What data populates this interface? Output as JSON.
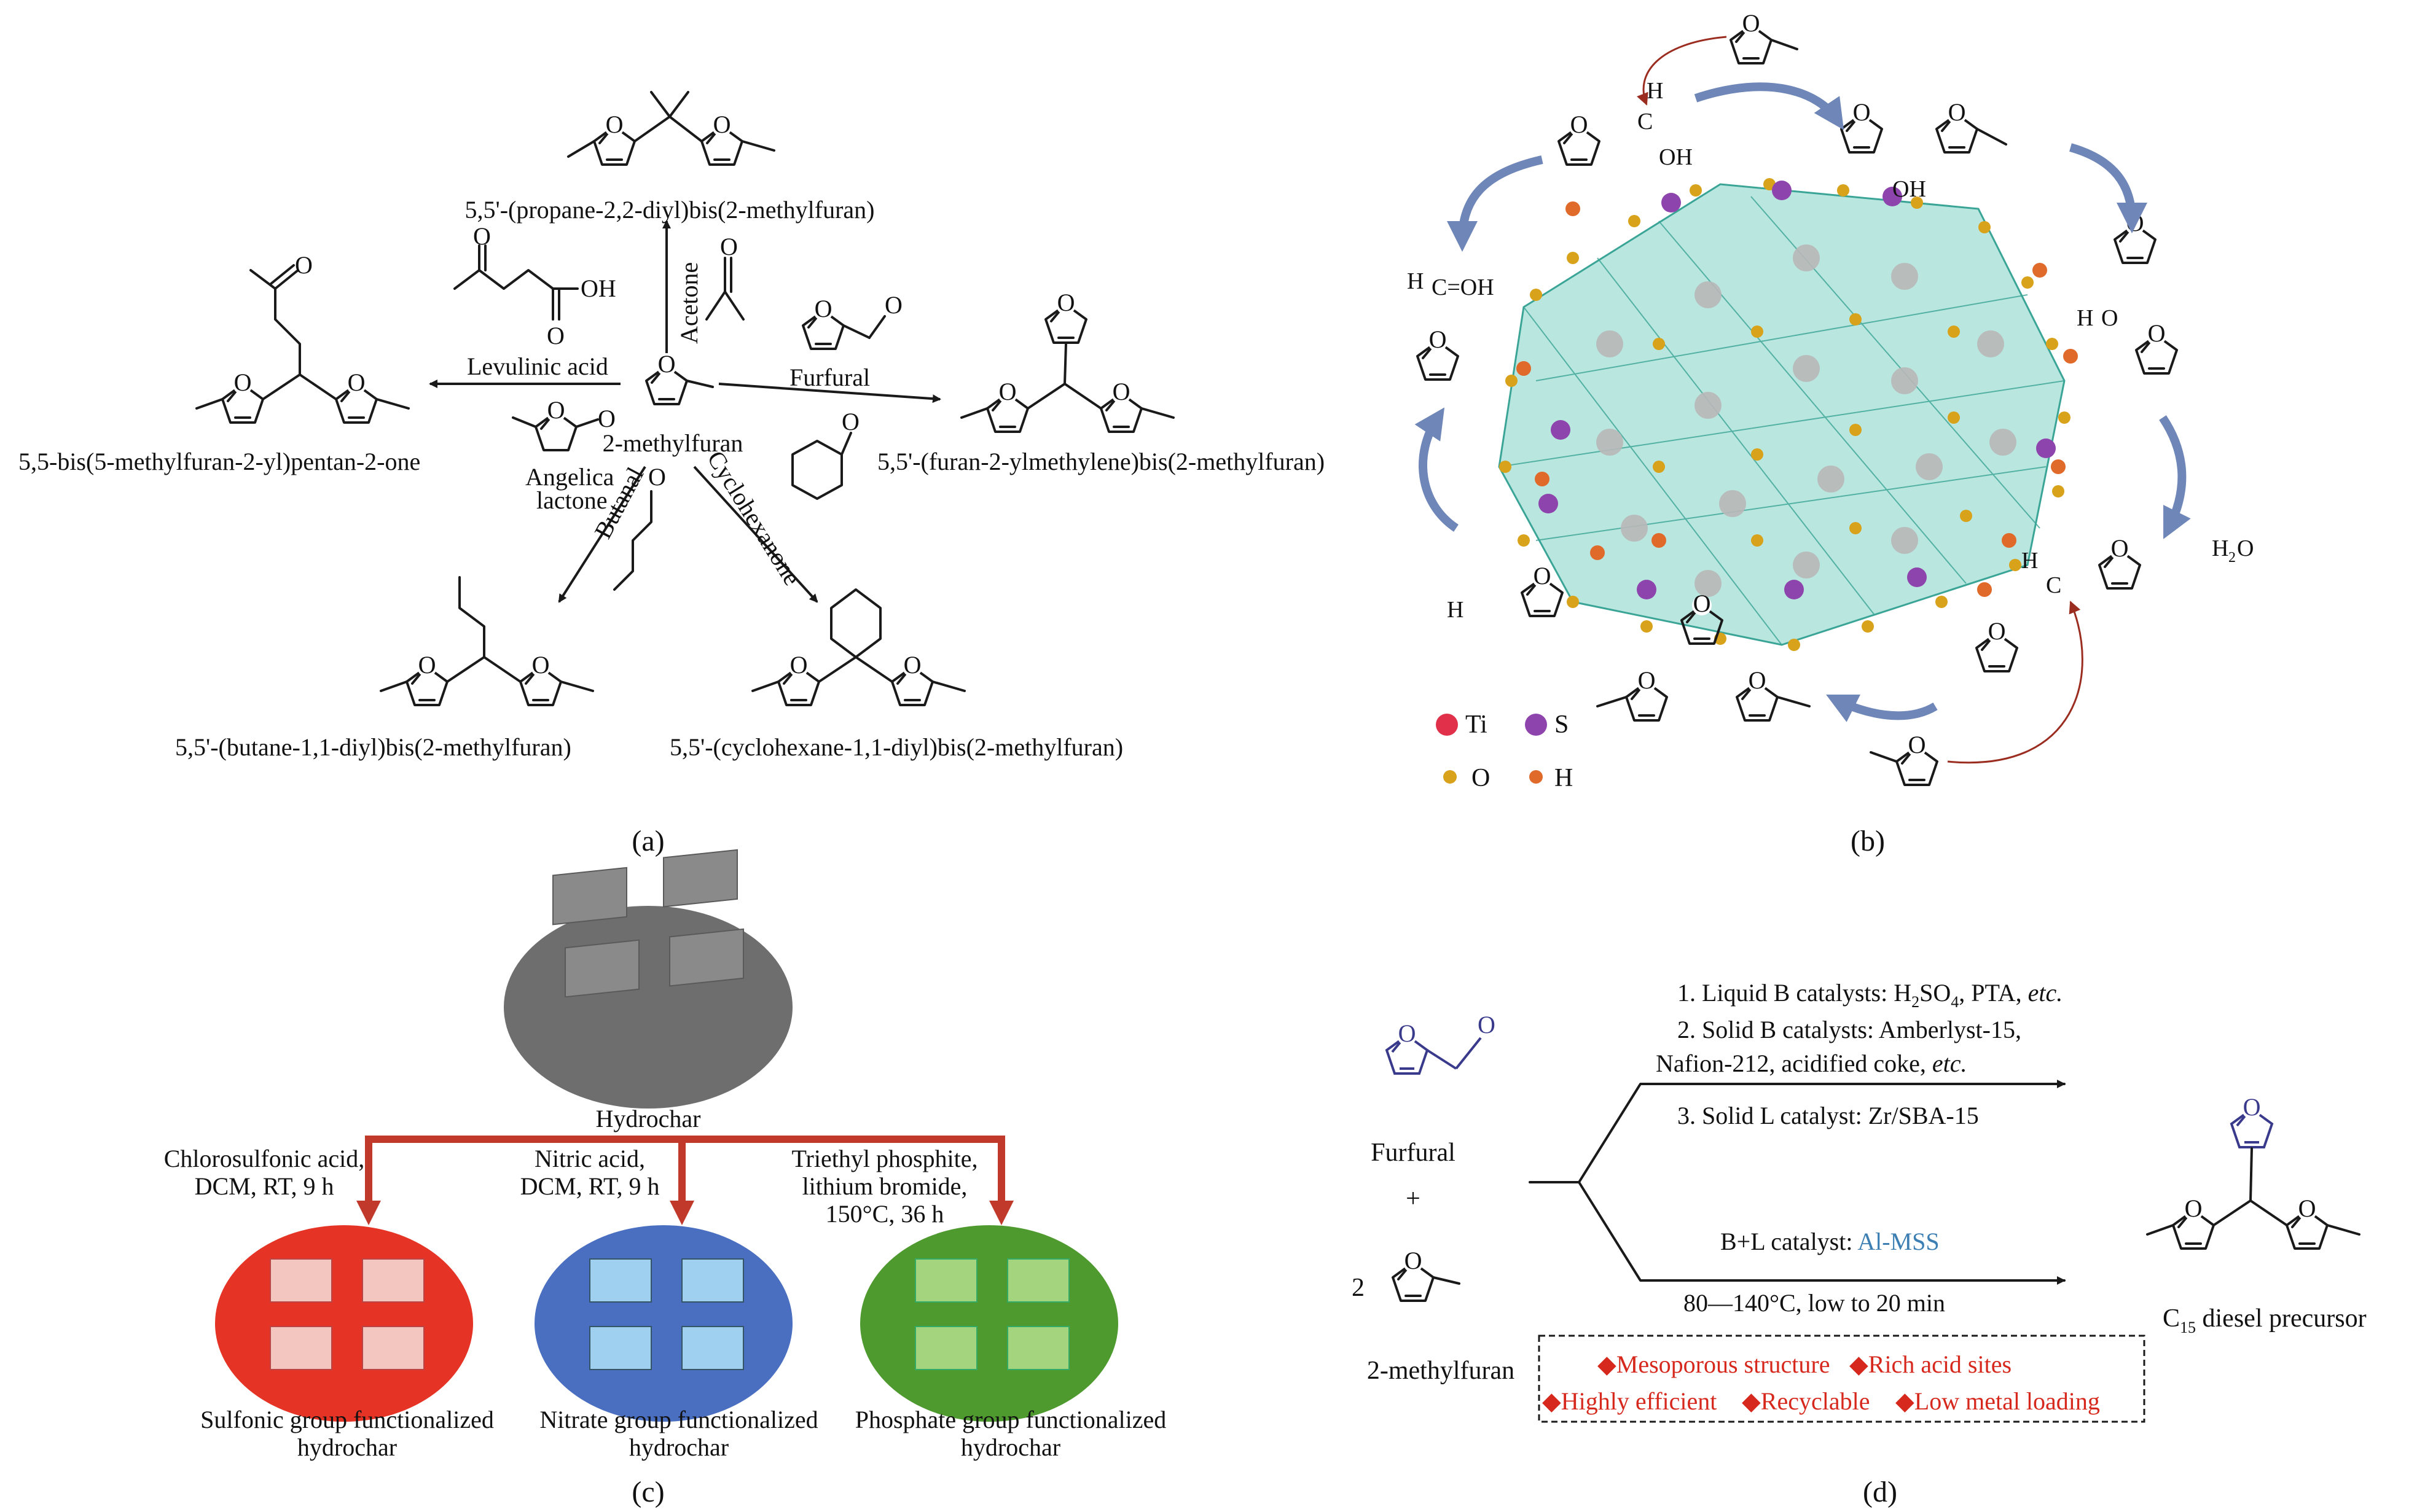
{
  "colors": {
    "ti_atom": "#e0304a",
    "s_atom": "#8e44ad",
    "o_atom": "#d9a21b",
    "h_atom": "#e06a2a",
    "crystal_fill": "#7fd1c4",
    "curved_arrow": "#6f86b8",
    "red_arrow": "#b03020",
    "hydrochar_gray": "#6e6e6e",
    "sulfonic_red": "#e53325",
    "nitrate_blue": "#4a6fc0",
    "phosphate_green": "#4e9a2f",
    "branch_arrow": "#c0392b",
    "highlight_red": "#d6281c",
    "almss_blue": "#3d7fb3",
    "furan_blue": "#3a3a8c"
  },
  "panel_a": {
    "center": "2-methylfuran",
    "reagents": {
      "acetone": "Acetone",
      "levulinic": "Levulinic acid",
      "furfural": "Furfural",
      "angelica": "Angelica",
      "lactone": "lactone",
      "butanal": "Butanal",
      "cyclohexanone": "Cyclohexanone",
      "oh": "OH"
    },
    "products": {
      "top": "5,5'-(propane-2,2-diyl)bis(2-methylfuran)",
      "left": "5,5-bis(5-methylfuran-2-yl)pentan-2-one",
      "right": "5,5'-(furan-2-ylmethylene)bis(2-methylfuran)",
      "bottom_left": "5,5'-(butane-1,1-diyl)bis(2-methylfuran)",
      "bottom_right": "5,5'-(cyclohexane-1,1-diyl)bis(2-methylfuran)"
    },
    "label": "(a)"
  },
  "panel_b": {
    "label": "(b)",
    "texts": {
      "h_top": "H",
      "c_plus": "C",
      "oh_top": "OH",
      "oh_mid": "OH",
      "h_left": "H",
      "c_oh_plus": "C=OH",
      "h2o_right_h": "H",
      "h2o_right": "O",
      "h2o_out": "H",
      "h2o_out_sub": "2",
      "h2o_out_o": "O",
      "h_bottom": "H",
      "h_right": "H",
      "c_right": "C"
    },
    "legend": [
      {
        "symbol": "Ti"
      },
      {
        "symbol": "S"
      },
      {
        "symbol": "O"
      },
      {
        "symbol": "H"
      }
    ]
  },
  "panel_c": {
    "label": "(c)",
    "source": "Hydrochar",
    "branches": [
      {
        "cond1": "Chlorosulfonic acid,",
        "cond2": "DCM, RT, 9 h",
        "cond3": "",
        "product1": "Sulfonic group functionalized",
        "product2": "hydrochar"
      },
      {
        "cond1": "Nitric acid,",
        "cond2": "DCM, RT, 9 h",
        "cond3": "",
        "product1": "Nitrate group functionalized",
        "product2": "hydrochar"
      },
      {
        "cond1": "Triethyl phosphite,",
        "cond2": "lithium bromide,",
        "cond3": "150°C, 36 h",
        "product1": "Phosphate group functionalized",
        "product2": "hydrochar"
      }
    ]
  },
  "panel_d": {
    "label": "(d)",
    "furfural": "Furfural",
    "plus": "+",
    "coef": "2",
    "methylfuran": "2-methylfuran",
    "product": "C",
    "product_sub": "15",
    "product_rest": " diesel precursor",
    "upper_line1": "1. Liquid B catalysts: H",
    "upper_line1_sub1": "2",
    "upper_line1_mid": "SO",
    "upper_line1_sub2": "4",
    "upper_line1_end": ", PTA, ",
    "upper_line1_etc": "etc.",
    "upper_line2": "2. Solid B catalysts: Amberlyst-15,",
    "upper_line3": "Nafion-212, acidified coke, ",
    "upper_line3_etc": "etc.",
    "upper_line4": "3. Solid L catalyst: Zr/SBA-15",
    "lower_catalyst": "B+L catalyst: ",
    "lower_catalyst_name": "Al-MSS",
    "lower_condition": "80—140°C, low to 20 min",
    "features": [
      "Mesoporous structure",
      "Rich acid sites",
      "Highly efficient",
      "Recyclable",
      "Low metal loading"
    ]
  }
}
